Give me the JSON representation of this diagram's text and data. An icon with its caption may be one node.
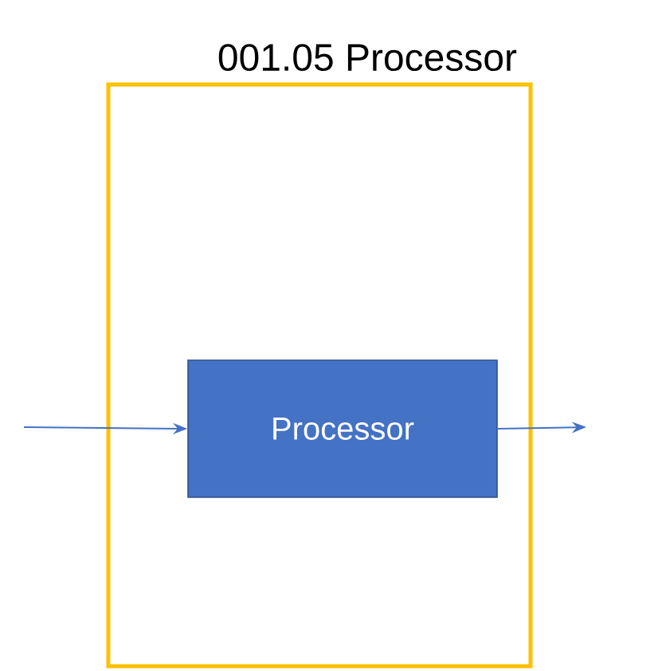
{
  "diagram": {
    "nodes": [
      {
        "text": [
          "001.05 Processor"
        ]
      },
      {
        "text": [
          "Processor"
        ],
        "in": 0
      }
    ],
    "edges": [
      {
        "from": null,
        "to": 1,
        "arrow": "to"
      },
      {
        "from": 1,
        "to": null,
        "arrow": "to"
      }
    ]
  }
}
